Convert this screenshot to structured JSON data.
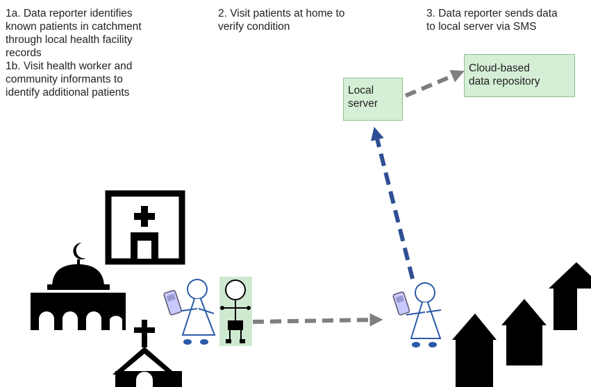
{
  "steps": {
    "step1": "1a. Data reporter identifies\nknown patients in catchment\nthrough local health facility\nrecords\n1b. Visit health worker and\ncommunity informants to\nidentify additional patients",
    "step2": "2. Visit patients at home to\nverify condition",
    "step3": "3. Data reporter sends data\nto local server via SMS"
  },
  "boxes": {
    "local_server": "Local\nserver",
    "cloud_repository": "Cloud-based\ndata repository"
  },
  "colors": {
    "server_box_fill": "#d5eed6",
    "patient_highlight": "#cfe8d0",
    "grey_arrow": "#7f7f7f",
    "blue_arrow": "#2f4f94",
    "reporter_outline": "#2b5aa8",
    "icons": "#000000"
  },
  "icons": {
    "facility": "health-facility-icon",
    "mosque": "mosque-icon",
    "church": "church-icon",
    "houses": "house-icon",
    "phone": "mobile-phone-icon",
    "reporter": "data-reporter-figure",
    "patient": "patient-figure"
  }
}
